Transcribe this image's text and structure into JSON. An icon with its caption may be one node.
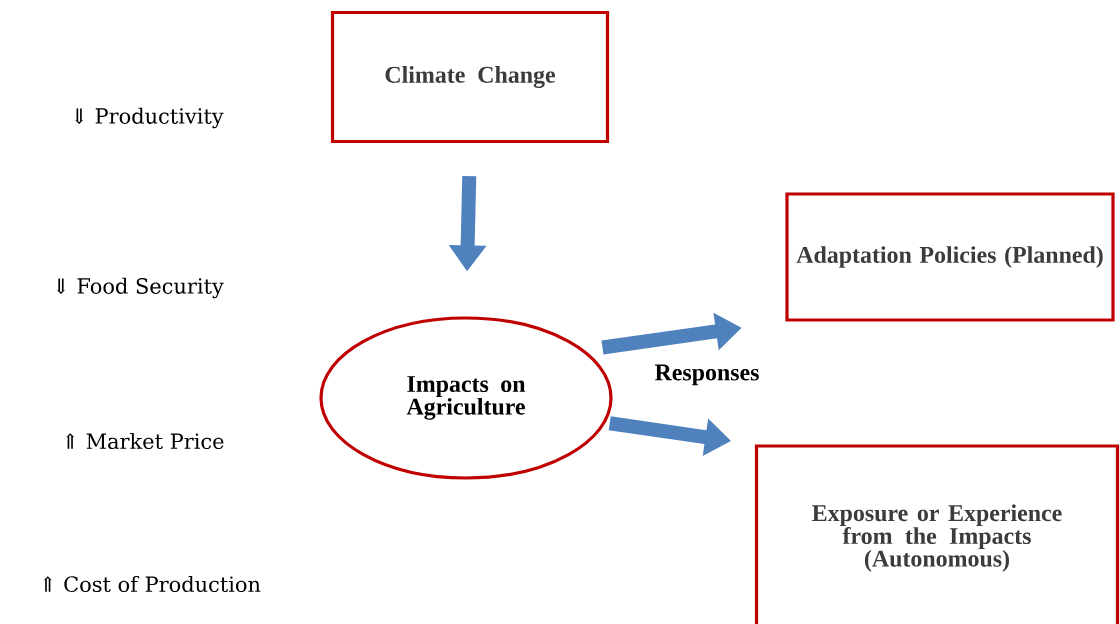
{
  "diagram": {
    "nodes": [
      {
        "text": [
          "Climate Change"
        ]
      },
      {
        "text": [
          "Impacts on Agriculture"
        ]
      },
      {
        "text": [
          "Adaptation Policies (Planned)"
        ]
      },
      {
        "text": [
          "Exposure or Experience from the Impacts (Autonomous)"
        ]
      }
    ],
    "edges": [
      {
        "from": 0,
        "to": 1,
        "arrow": "to"
      },
      {
        "from": 1,
        "to": 2,
        "arrow": "to"
      },
      {
        "from": 1,
        "to": 3,
        "arrow": "to"
      }
    ],
    "labels": [
      "⇓ Productivity",
      "⇓ Food Security",
      "Responses",
      "⇑ Market Price",
      "⇑ Cost of Production"
    ]
  }
}
